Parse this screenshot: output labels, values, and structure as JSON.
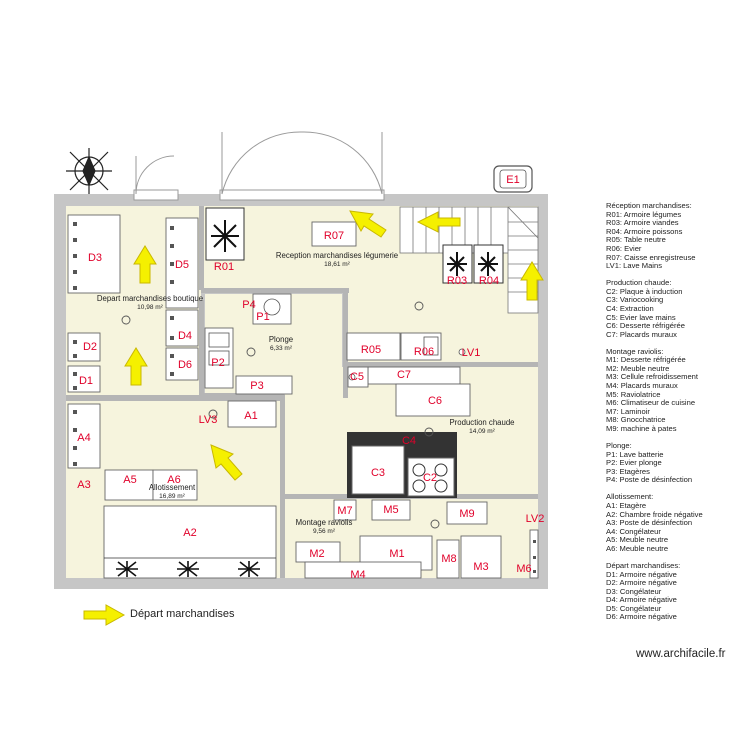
{
  "rooms": {
    "depart": {
      "name": "Depart marchandises boutique",
      "area": "10,98 m²"
    },
    "reception": {
      "name": "Reception marchandises légumerie",
      "area": "18,61 m²"
    },
    "plonge": {
      "name": "Plonge",
      "area": "6,33 m²"
    },
    "production": {
      "name": "Production chaude",
      "area": "14,09 m²"
    },
    "allotissement": {
      "name": "Allotissement",
      "area": "16,89 m²"
    },
    "montage": {
      "name": "Montage raviolis",
      "area": "9,56 m²"
    }
  },
  "codes": {
    "E1": "E1",
    "R07": "R07",
    "R01": "R01",
    "R03": "R03",
    "R04": "R04",
    "R05": "R05",
    "R06": "R06",
    "LV1": "LV1",
    "P1": "P1",
    "P2": "P2",
    "P3": "P3",
    "P4": "P4",
    "D1": "D1",
    "D2": "D2",
    "D3": "D3",
    "D4": "D4",
    "D5": "D5",
    "D6": "D6",
    "C2": "C2",
    "C3": "C3",
    "C4": "C4",
    "C5": "C5",
    "C6": "C6",
    "C7": "C7",
    "A1": "A1",
    "A2": "A2",
    "A3": "A3",
    "A4": "A4",
    "A5": "A5",
    "A6": "A6",
    "LV3": "LV3",
    "M1": "M1",
    "M2": "M2",
    "M3": "M3",
    "M4": "M4",
    "M5": "M5",
    "M6": "M6",
    "M7": "M7",
    "M8": "M8",
    "M9": "M9",
    "LV2": "LV2"
  },
  "legend": [
    {
      "title": "Réception marchandises:",
      "items": [
        "R01: Armoire légumes",
        "R03: Armoire viandes",
        "R04: Armoire poissons",
        "R05: Table neutre",
        "R06: Evier",
        "R07: Caisse enregistreuse",
        "LV1: Lave Mains"
      ]
    },
    {
      "title": "Production chaude:",
      "items": [
        "C2: Plaque à induction",
        "C3: Variocooking",
        "C4: Extraction",
        "C5: Evier lave mains",
        "C6: Desserte réfrigérée",
        "C7: Placards muraux"
      ]
    },
    {
      "title": "Montage raviolis:",
      "items": [
        "M1: Desserte réfrigérée",
        "M2: Meuble neutre",
        "M3: Cellule refroidissement",
        "M4: Placards muraux",
        "M5: Raviolatrice",
        "M6: Climatiseur de cuisine",
        "M7: Laminoir",
        "M8: Gnocchatrice",
        "M9: machine à pates"
      ]
    },
    {
      "title": "Plonge:",
      "items": [
        "P1: Lave batterie",
        "P2: Evier plonge",
        "P3: Etagères",
        "P4: Poste de désinfection"
      ]
    },
    {
      "title": "Allotissement:",
      "items": [
        "A1: Etagère",
        "A2: Chambre froide négative",
        "A3: Poste de désinfection",
        "A4: Congélateur",
        "A5: Meuble neutre",
        "A6: Meuble neutre"
      ]
    },
    {
      "title": "Départ marchandises:",
      "items": [
        "D1: Armoire négative",
        "D2: Armoire négative",
        "D3: Congélateur",
        "D4: Armoire négative",
        "D5: Congélateur",
        "D6: Armoire négative"
      ]
    }
  ],
  "key_label": "Départ marchandises",
  "watermark": "www.archifacile.fr",
  "colors": {
    "room_fill": "#f6f4dd",
    "wall": "#b5b5b5",
    "code_red": "#e0002a",
    "arrow_fill": "#f5f000",
    "arrow_stroke": "#c9b800",
    "dark_equipment": "#333333"
  }
}
